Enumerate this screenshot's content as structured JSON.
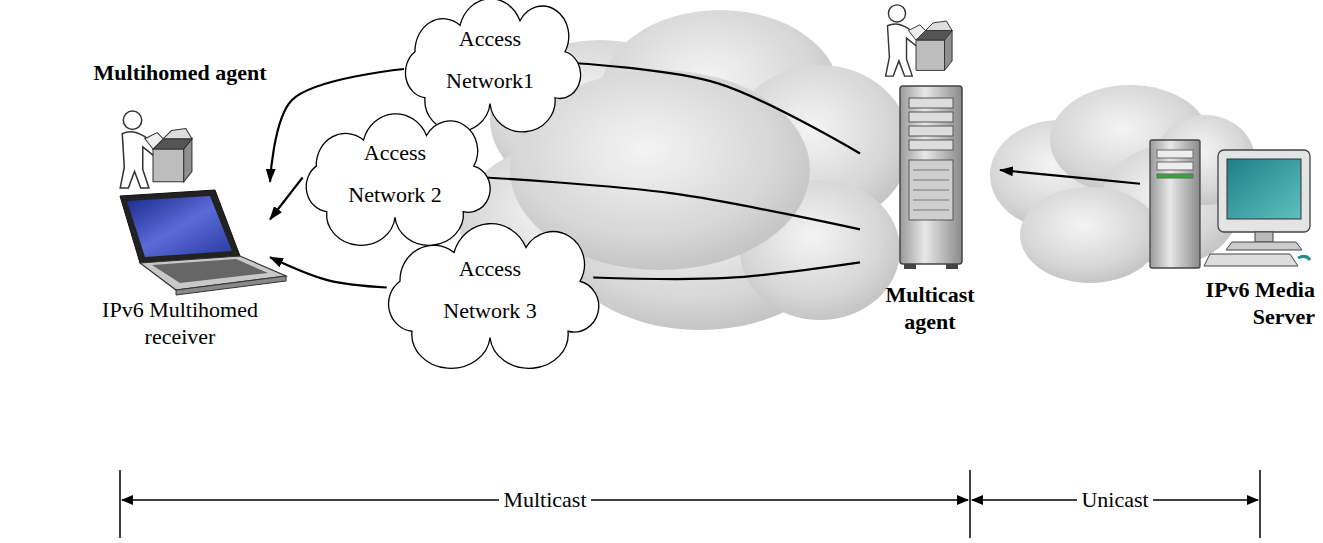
{
  "diagram": {
    "nodes": [
      {
        "text": [
          "Multihomed agent",
          "IPv6 Multihomed receiver"
        ]
      },
      {
        "text": [
          "Access Network1"
        ]
      },
      {
        "text": [
          "Access Network 2"
        ]
      },
      {
        "text": [
          "Access Network 3"
        ]
      },
      {
        "text": [
          "Multicast agent"
        ]
      },
      {
        "text": [
          "IPv6 Media Server"
        ]
      }
    ],
    "edges": [
      {
        "from": 4,
        "to": 1,
        "arrow": "none"
      },
      {
        "from": 1,
        "to": 0,
        "arrow": "to"
      },
      {
        "from": 4,
        "to": 2,
        "arrow": "none"
      },
      {
        "from": 2,
        "to": 0,
        "arrow": "to"
      },
      {
        "from": 4,
        "to": 3,
        "arrow": "none"
      },
      {
        "from": 3,
        "to": 0,
        "arrow": "to"
      },
      {
        "from": 5,
        "to": 4,
        "arrow": "to"
      }
    ],
    "labels": [
      "Multicast",
      "Unicast"
    ]
  }
}
